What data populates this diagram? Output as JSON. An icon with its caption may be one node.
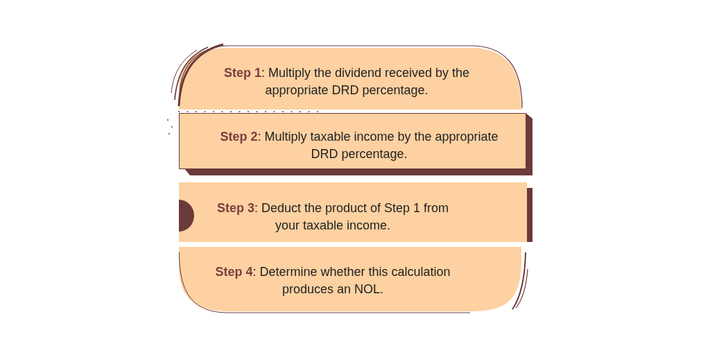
{
  "diagram": {
    "nodes": [
      {
        "text": [
          "**Step 1**: Multiply the dividend received by the appropriate DRD percentage."
        ]
      },
      {
        "text": [
          "**Step 2**: Multiply taxable income by the appropriate DRD percentage."
        ]
      },
      {
        "text": [
          "**Step 3**: Deduct the product of Step 1 from your taxable income."
        ]
      },
      {
        "text": [
          "**Step 4**: Determine whether this calculation produces an NOL."
        ]
      }
    ]
  }
}
